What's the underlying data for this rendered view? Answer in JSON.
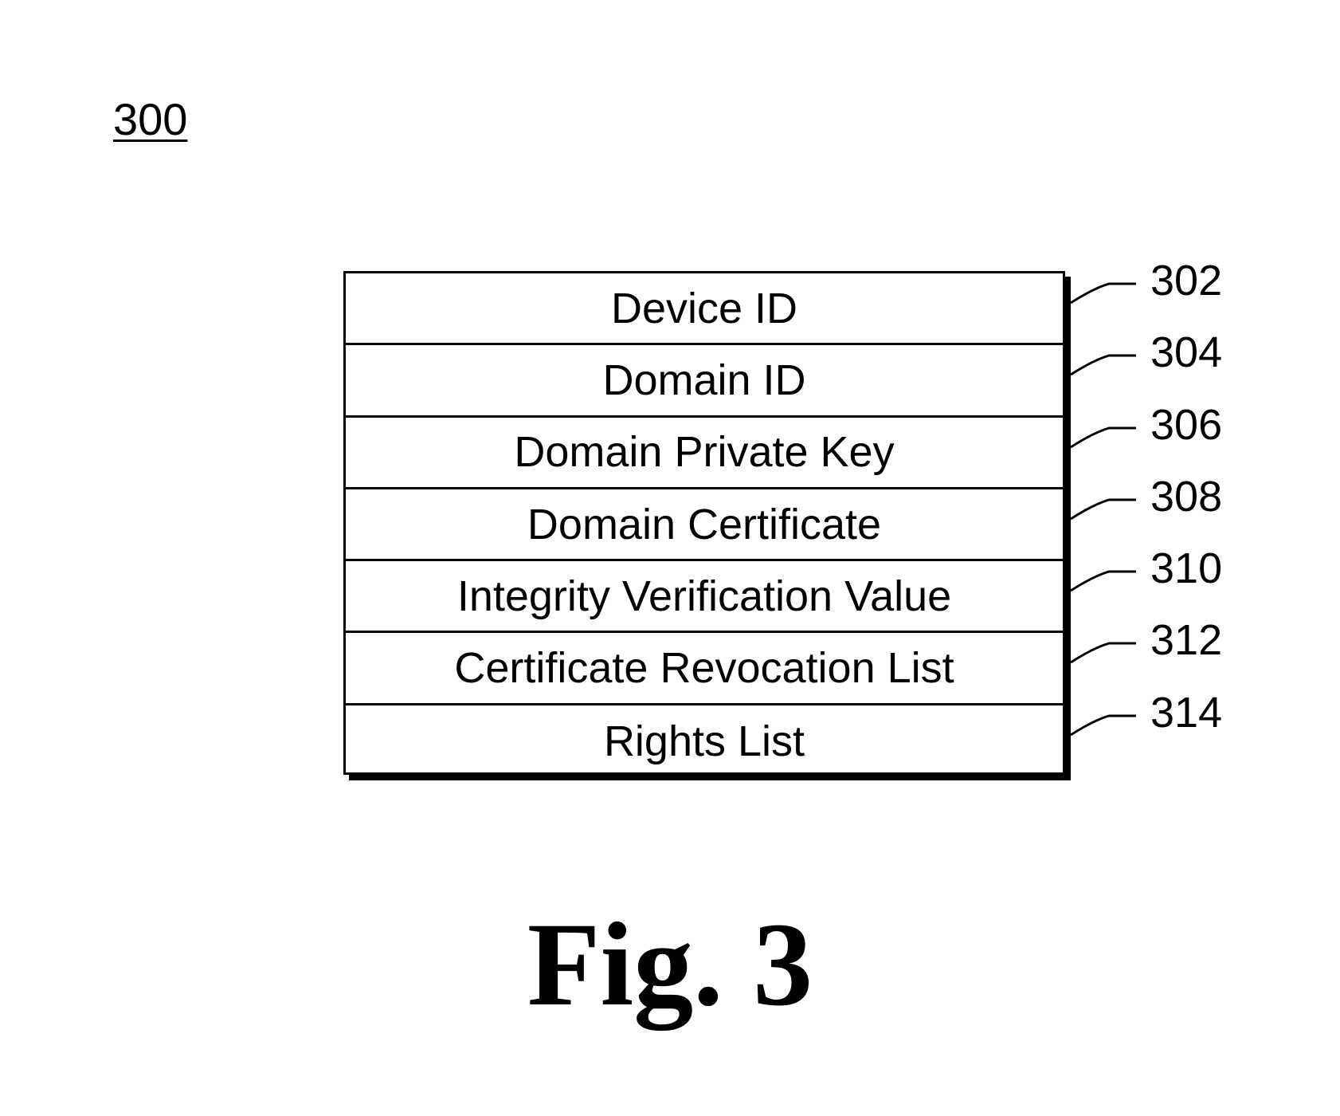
{
  "figure_ref": "300",
  "fields": [
    {
      "label": "Device ID",
      "ref": "302"
    },
    {
      "label": "Domain ID",
      "ref": "304"
    },
    {
      "label": "Domain Private Key",
      "ref": "306"
    },
    {
      "label": "Domain Certificate",
      "ref": "308"
    },
    {
      "label": "Integrity Verification Value",
      "ref": "310"
    },
    {
      "label": "Certificate Revocation List",
      "ref": "312"
    },
    {
      "label": "Rights List",
      "ref": "314"
    }
  ],
  "caption": "Fig. 3"
}
